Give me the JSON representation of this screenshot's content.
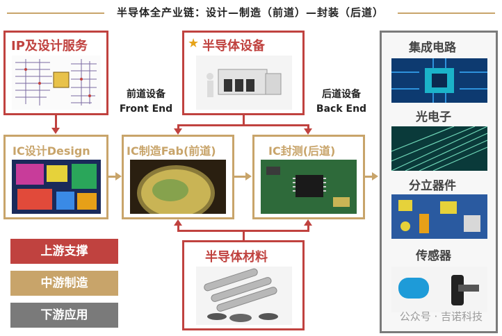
{
  "title": "半导体全产业链：设计—制造（前道）—封装（后道）",
  "boxes": {
    "ip_design": "IP及设计服务",
    "equipment": "半导体设备",
    "ic_design": "IC设计Design",
    "ic_fab": "IC制造Fab(前道)",
    "ic_package": "IC封测(后道)",
    "materials": "半导体材料"
  },
  "front_end": {
    "cn": "前道设备",
    "en": "Front End"
  },
  "back_end": {
    "cn": "后道设备",
    "en": "Back End"
  },
  "applications": [
    "集成电路",
    "光电子",
    "分立器件",
    "传感器"
  ],
  "legend": [
    {
      "label": "上游支撑",
      "color": "#c0423f"
    },
    {
      "label": "中游制造",
      "color": "#c8a46a"
    },
    {
      "label": "下游应用",
      "color": "#7a7a7a"
    }
  ],
  "watermark": "公众号 · 吉诺科技",
  "colors": {
    "upstream": "#c0423f",
    "midstream": "#c8a46a",
    "downstream": "#7a7a7a"
  }
}
